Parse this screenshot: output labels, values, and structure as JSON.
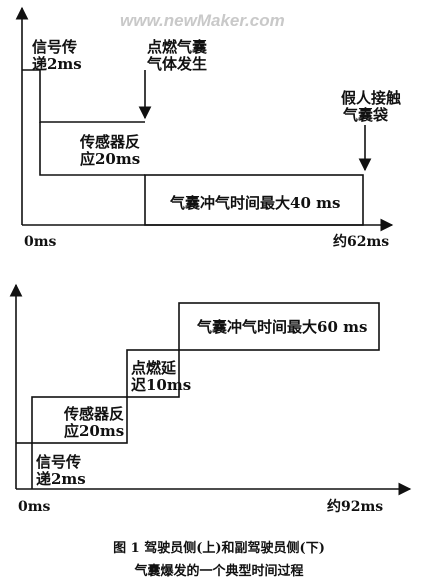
{
  "watermark": "www.newMaker.com",
  "top_diagram": {
    "signal_label": [
      "信号传",
      "递2ms"
    ],
    "ignition_label": [
      "点燃气囊",
      "气体发生"
    ],
    "contact_label": [
      "假人接触",
      "气囊袋"
    ],
    "sensor_label": [
      "传感器反",
      "应20ms"
    ],
    "inflate_label": "气囊冲气时间最大40 ms",
    "axis_start": "0ms",
    "axis_end": "约62ms"
  },
  "bottom_diagram": {
    "inflate_label": "气囊冲气时间最大60 ms",
    "ignition_label": [
      "点燃延",
      "迟10ms"
    ],
    "sensor_label": [
      "传感器反",
      "应20ms"
    ],
    "signal_label": [
      "信号传",
      "递2ms"
    ],
    "axis_start": "0ms",
    "axis_end": "约92ms"
  },
  "caption": {
    "line1": "图 1   驾驶员侧(上)和副驾驶员侧(下)",
    "line2": "气囊爆发的一个典型时间过程"
  }
}
